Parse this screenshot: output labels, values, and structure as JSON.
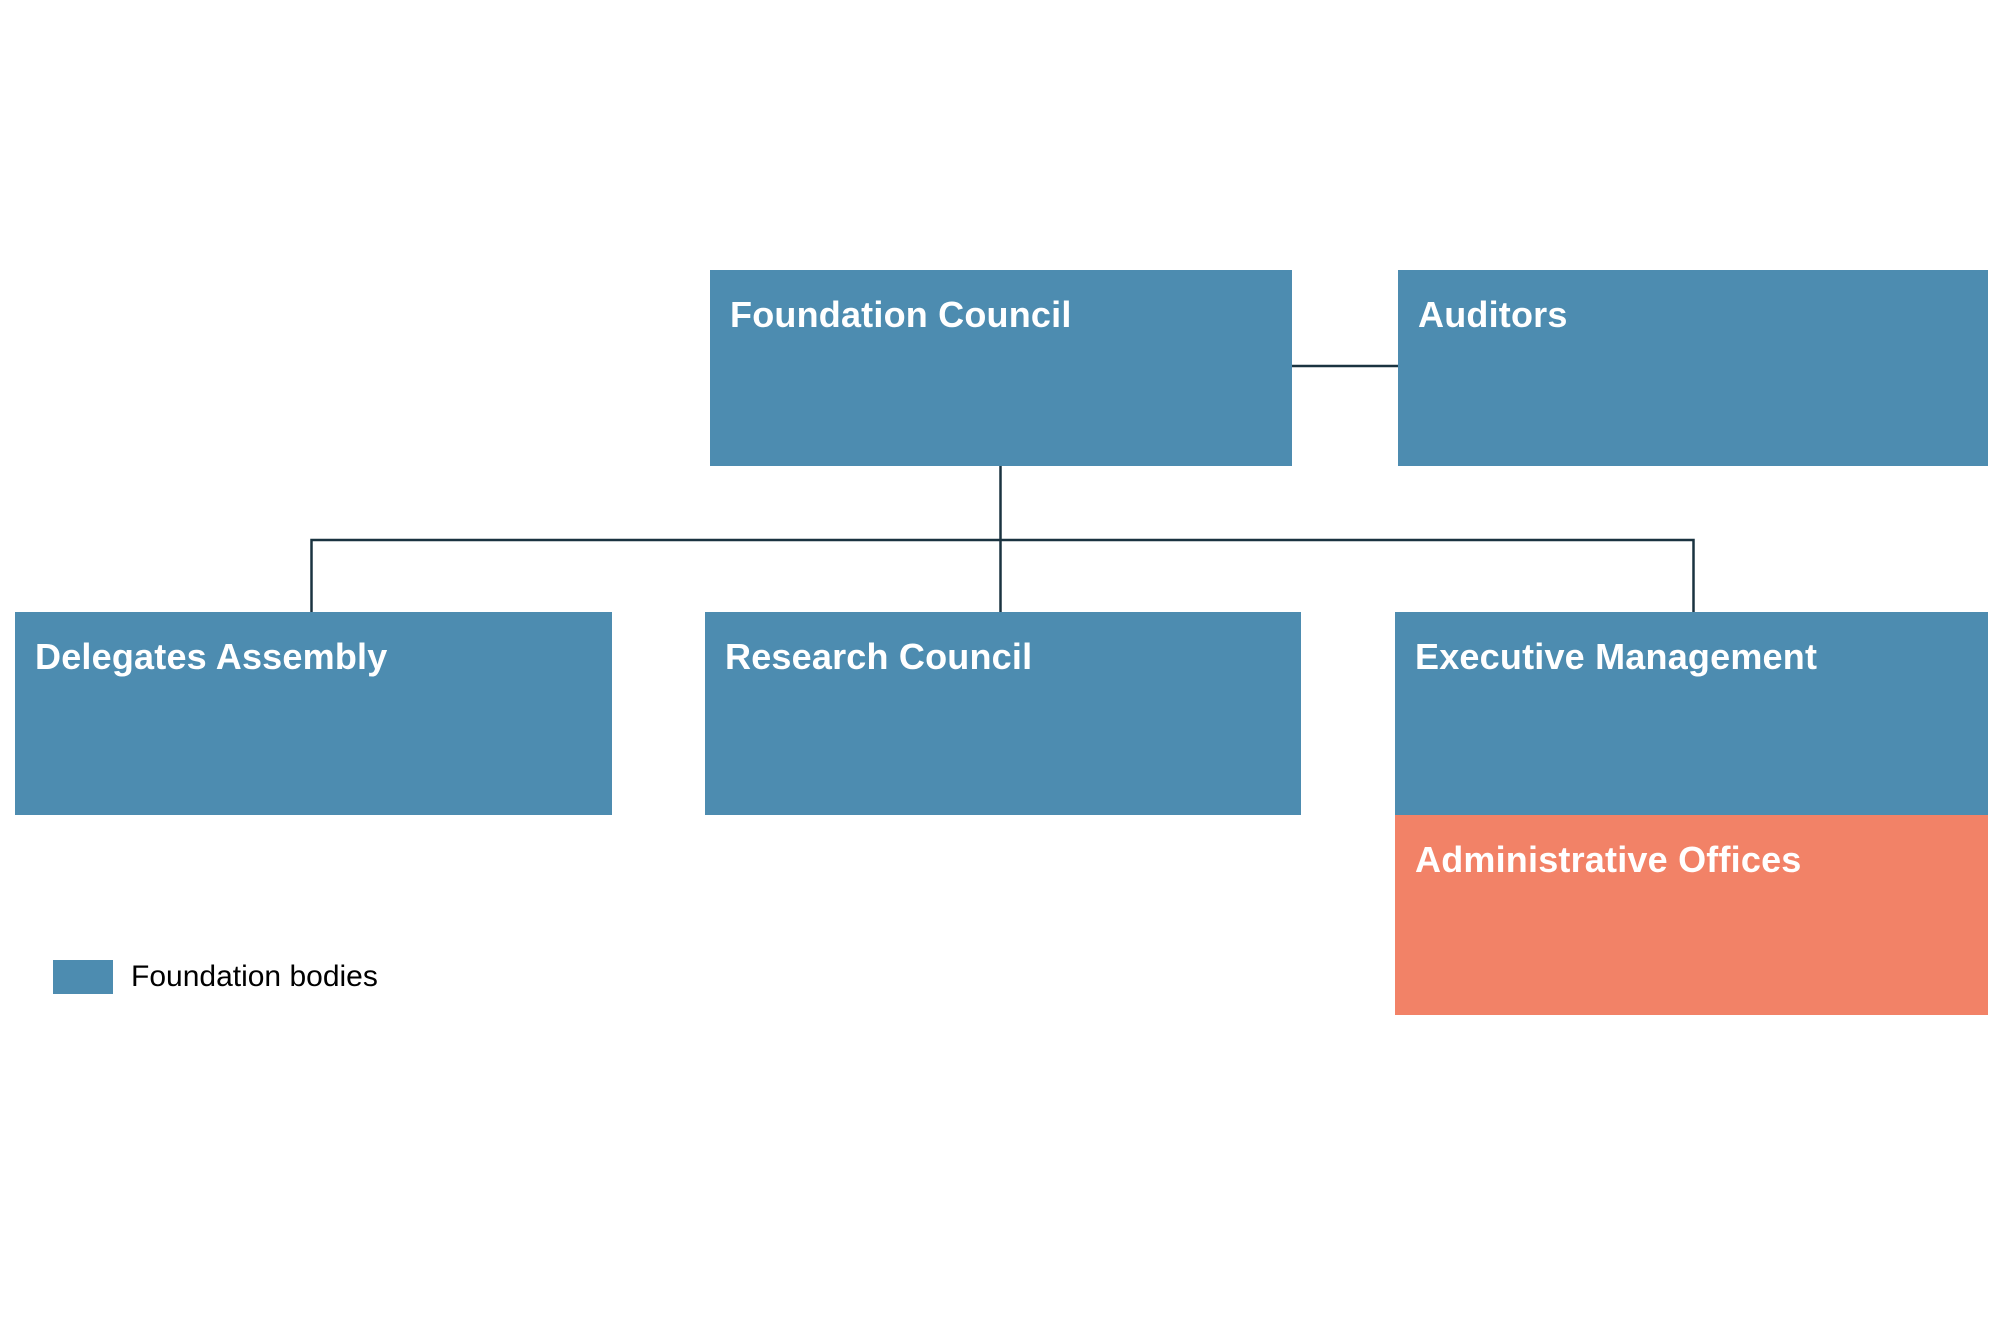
{
  "page": {
    "background": "#ffffff"
  },
  "colors": {
    "page_background": "#ffffff",
    "foundation_body_blue": "#4d8cb0",
    "administrative_salmon": "#f28267",
    "connector_line": "#1a3340",
    "box_label_text": "#ffffff",
    "legend_text": "#000000"
  },
  "org_chart": {
    "nodes": {
      "foundation_council": {
        "label": "Foundation Council",
        "type": "foundation-body"
      },
      "auditors": {
        "label": "Auditors",
        "type": "foundation-body"
      },
      "delegates_assembly": {
        "label": "Delegates Assembly",
        "type": "foundation-body"
      },
      "research_council": {
        "label": "Research Council",
        "type": "foundation-body"
      },
      "executive_management": {
        "label": "Executive Management",
        "type": "foundation-body"
      },
      "administrative_offices": {
        "label": "Administrative Offices",
        "type": "administrative"
      }
    },
    "edges": [
      {
        "from": "foundation_council",
        "to": "auditors",
        "style": "lateral"
      },
      {
        "from": "foundation_council",
        "to": "delegates_assembly",
        "style": "tree"
      },
      {
        "from": "foundation_council",
        "to": "research_council",
        "style": "tree"
      },
      {
        "from": "foundation_council",
        "to": "executive_management",
        "style": "tree"
      },
      {
        "from": "executive_management",
        "to": "administrative_offices",
        "style": "attached"
      }
    ]
  },
  "legend": {
    "items": [
      {
        "label": "Foundation bodies",
        "swatch_color": "#4d8cb0"
      }
    ]
  }
}
